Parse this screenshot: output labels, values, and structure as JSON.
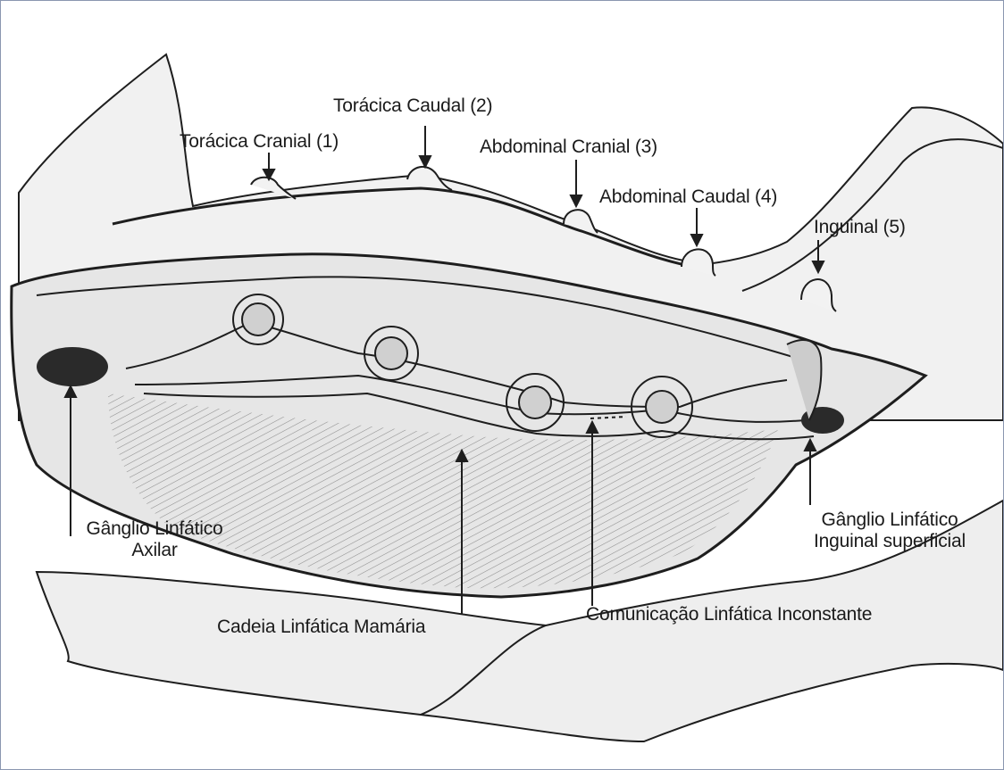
{
  "labels": {
    "toracica_cranial": "Torácica Cranial (1)",
    "toracica_caudal": "Torácica Caudal (2)",
    "abdominal_cranial": "Abdominal Cranial (3)",
    "abdominal_caudal": "Abdominal Caudal (4)",
    "inguinal": "Inguinal (5)",
    "ganglio_axilar_line1": "Gânglio Linfático",
    "ganglio_axilar_line2": "Axilar",
    "ganglio_inguinal_line1": "Gânglio Linfático",
    "ganglio_inguinal_line2": "Inguinal superficial",
    "cadeia_mamaria": "Cadeia Linfática Mamária",
    "comunicacao": "Comunicação Linfática Inconstante"
  },
  "colors": {
    "line": "#1e1e1e",
    "skin": "#ececec",
    "shade": "#cfcfcf",
    "frame": "#8a96b0"
  }
}
